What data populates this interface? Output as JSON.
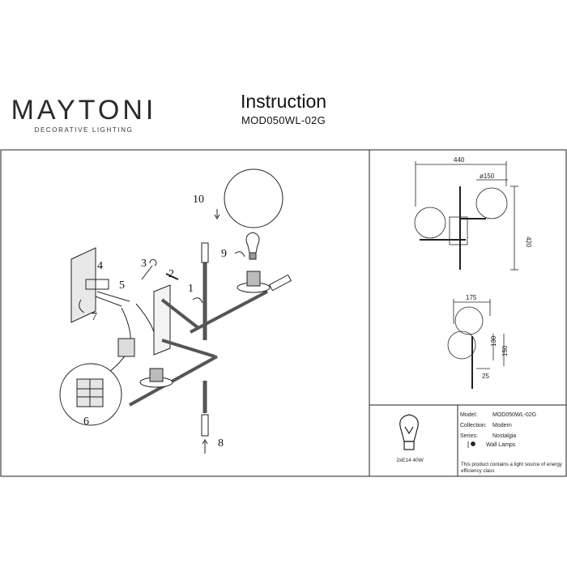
{
  "header": {
    "brand_name": "MAYTONI",
    "brand_tagline": "DECORATIVE LIGHTING",
    "title": "Instruction",
    "model_code": "MOD050WL-02G"
  },
  "steps": [
    "1",
    "2",
    "3",
    "4",
    "5",
    "6",
    "7",
    "8",
    "9",
    "10"
  ],
  "dimensions": {
    "width": "440",
    "shade": "ø150",
    "height": "420",
    "depth": "175",
    "d130": "130",
    "d150": "150",
    "d25": "25"
  },
  "specs": {
    "bulb": "2xE14 40W",
    "model_label": "Model:",
    "model_value": "MOD050WL-02G",
    "collection_label": "Collection:",
    "collection_value": "Modern",
    "series_label": "Series:",
    "series_value": "Nostalgia",
    "category_value": "Wall Lamps",
    "energy_note": "This product contains a light source of energy efficiency class"
  },
  "colors": {
    "ink": "#1a1a1a",
    "brand_dot": "#6a2b6e"
  },
  "icons": [
    "bulb-icon",
    "wall-lamp-icon",
    "wrench-icon",
    "screwdriver-icon"
  ]
}
